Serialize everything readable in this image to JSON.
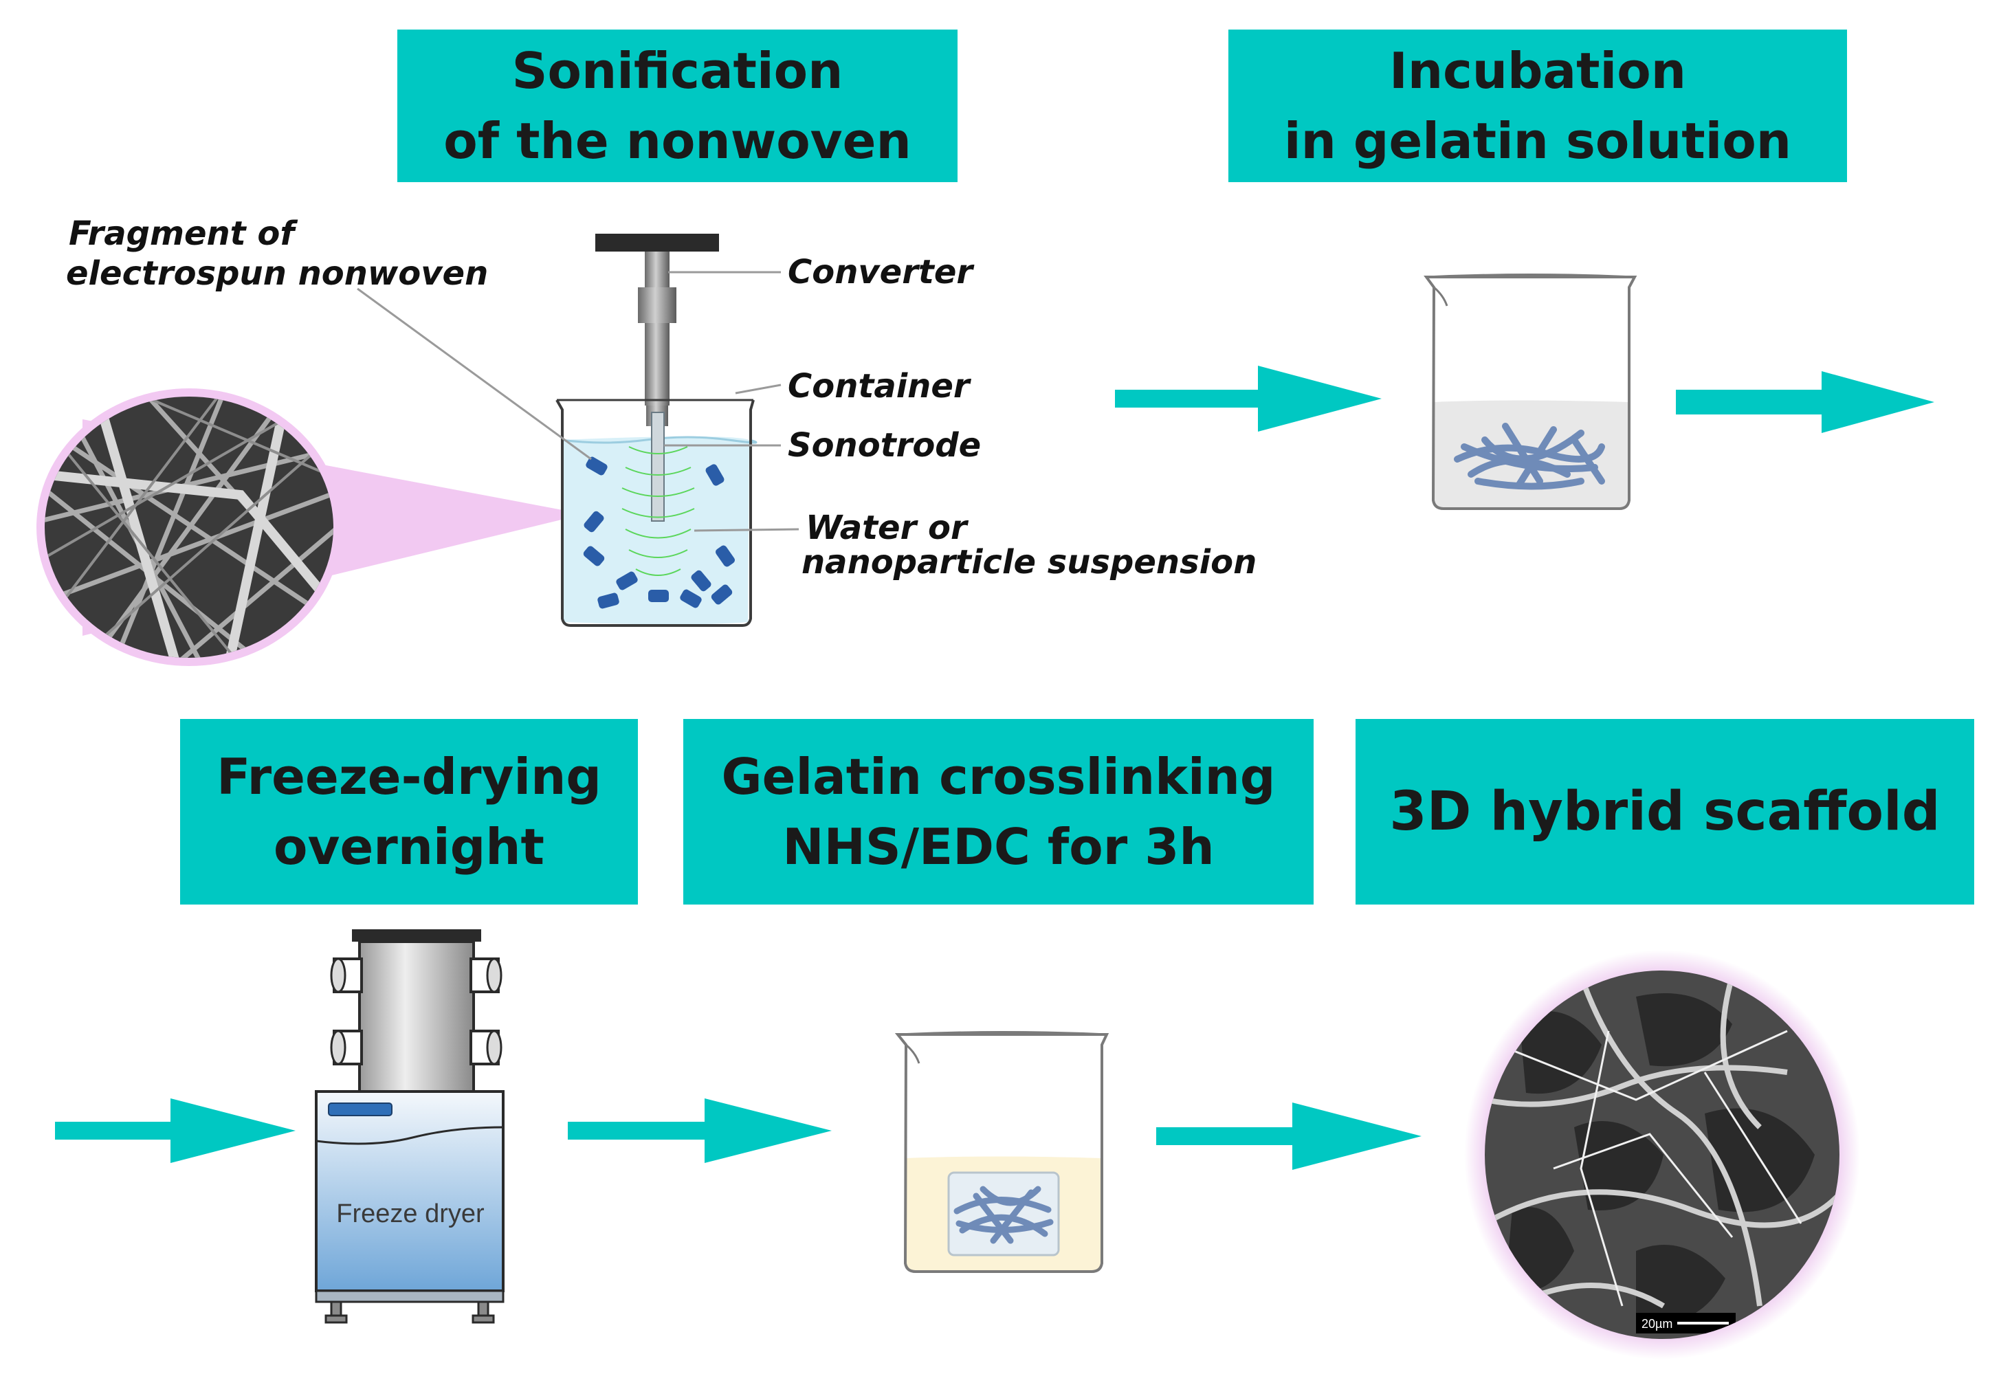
{
  "steps": [
    {
      "id": "sonification",
      "line1": "Sonification",
      "line2": "of the nonwoven"
    },
    {
      "id": "incubation",
      "line1": "Incubation",
      "line2": "in gelatin solution"
    },
    {
      "id": "freeze",
      "line1": "Freeze-drying",
      "line2": "overnight"
    },
    {
      "id": "crosslink",
      "line1": "Gelatin crosslinking",
      "line2": "NHS/EDC for 3h"
    },
    {
      "id": "scaffold",
      "line1": "3D hybrid scaffold"
    }
  ],
  "sonicator_labels": {
    "fragment_line1": "Fragment   of",
    "fragment_line2": "electrospun nonwoven",
    "converter": "Converter",
    "container": "Container",
    "sonotrode": "Sonotrode",
    "water_line1": "Water or",
    "water_line2": "nanoparticle suspension"
  },
  "freeze_dryer_label": "Freeze dryer",
  "scale_bar_label": "20µm",
  "colors": {
    "step_box": "#00c8c2",
    "arrow": "#00c8c2",
    "highlight_pink": "#f2c9f2",
    "water": "#d8f0f8",
    "gelatin": "#fcf3d6",
    "fiber": "#6f8bb8",
    "cell_blue": "#2a5da8"
  }
}
